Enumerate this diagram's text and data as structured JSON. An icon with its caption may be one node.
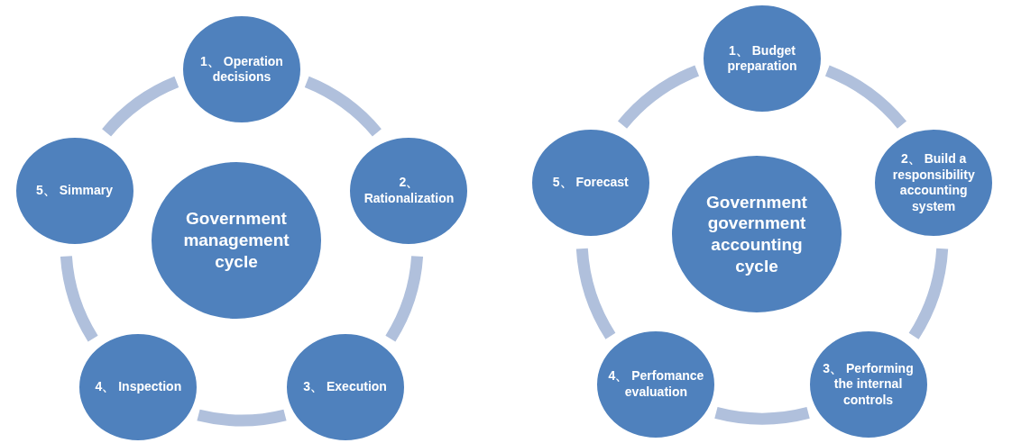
{
  "diagram": {
    "nodes": [
      {
        "text": [
          "Government management cycle"
        ]
      },
      {
        "text": [
          "1、 Operation decisions"
        ]
      },
      {
        "text": [
          "2、 Rationalization"
        ]
      },
      {
        "text": [
          "3、 Execution"
        ]
      },
      {
        "text": [
          "4、 Inspection"
        ]
      },
      {
        "text": [
          "5、 Simmary"
        ]
      },
      {
        "text": [
          "Government government accounting cycle"
        ]
      },
      {
        "text": [
          "1、 Budget preparation"
        ]
      },
      {
        "text": [
          "2、 Build a responsibility accounting system"
        ]
      },
      {
        "text": [
          "3、 Performing the internal controls"
        ]
      },
      {
        "text": [
          "4、 Perfomance evaluation"
        ]
      },
      {
        "text": [
          "5、 Forecast"
        ]
      }
    ],
    "edges": [
      {
        "from": 1,
        "to": 2,
        "arrow": "none"
      },
      {
        "from": 2,
        "to": 3,
        "arrow": "none"
      },
      {
        "from": 3,
        "to": 4,
        "arrow": "none"
      },
      {
        "from": 4,
        "to": 5,
        "arrow": "none"
      },
      {
        "from": 5,
        "to": 1,
        "arrow": "none"
      },
      {
        "from": 7,
        "to": 8,
        "arrow": "none"
      },
      {
        "from": 8,
        "to": 9,
        "arrow": "none"
      },
      {
        "from": 9,
        "to": 10,
        "arrow": "none"
      },
      {
        "from": 10,
        "to": 11,
        "arrow": "none"
      },
      {
        "from": 11,
        "to": 7,
        "arrow": "none"
      }
    ]
  }
}
